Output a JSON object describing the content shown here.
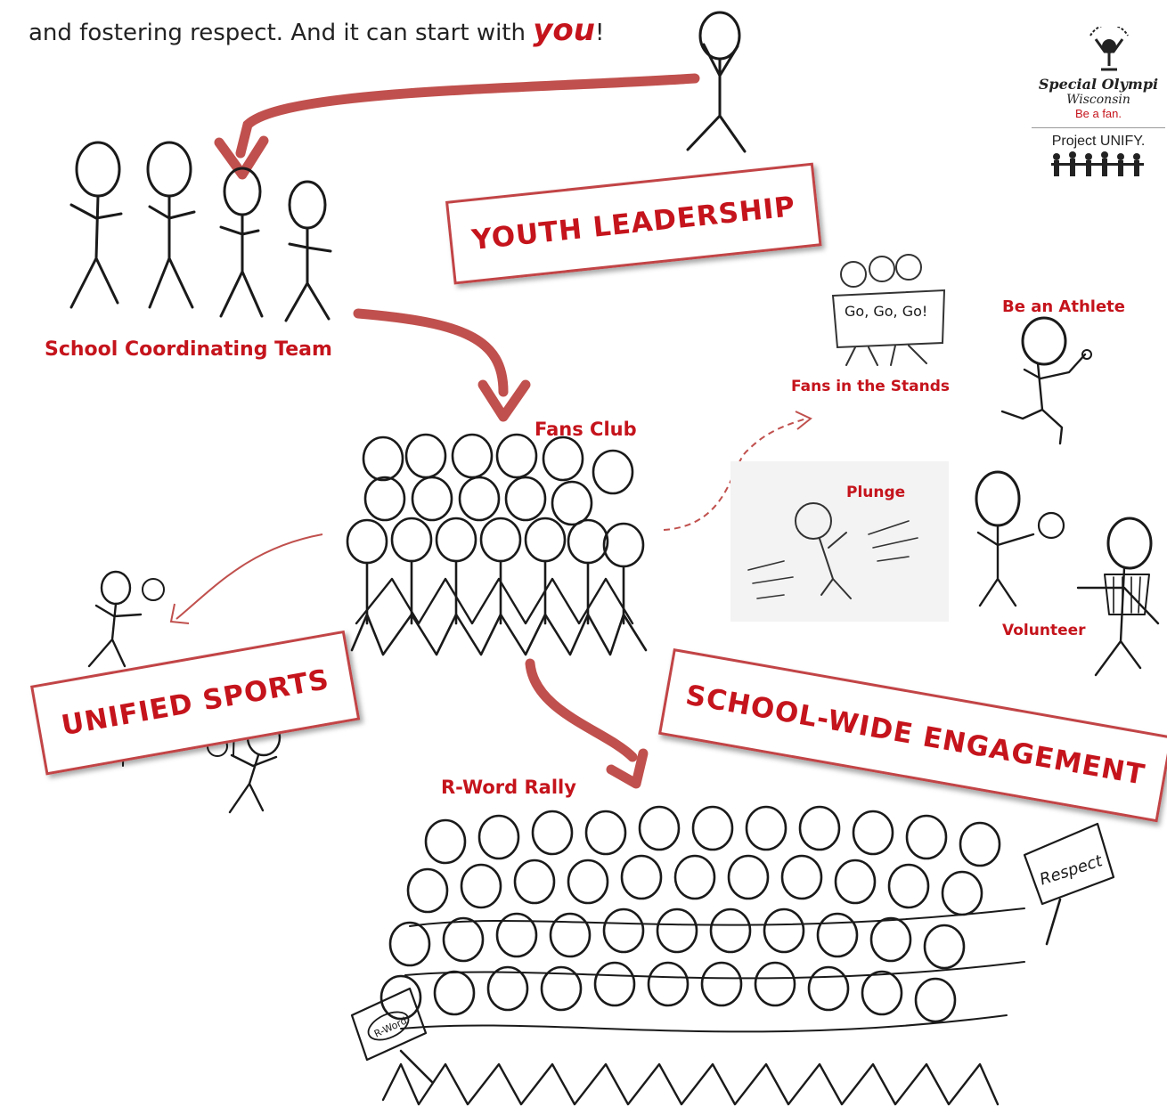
{
  "intro": {
    "text": "and fostering respect.  And it can start with ",
    "emphasis": "you",
    "end": "!"
  },
  "logo": {
    "name": "Special Olympi",
    "state": "Wisconsin",
    "tagline": "Be a fan.",
    "program": "Project UNIFY."
  },
  "labels": {
    "youth_leadership": "YOUTH LEADERSHIP",
    "school_coordinating_team": "School Coordinating Team",
    "fans_club": "Fans Club",
    "fans_in_the_stands": "Fans in the Stands",
    "be_an_athlete": "Be an Athlete",
    "plunge": "Plunge",
    "volunteer": "Volunteer",
    "school_wide_engagement": "SCHOOL-WIDE ENGAGEMENT",
    "r_word_rally": "R-Word Rally",
    "unified_sports": "UNIFIED SPORTS"
  },
  "sign_texts": {
    "fans_sign": "Go, Go, Go!",
    "respect_sign": "Respect",
    "r_word_sign": "R-Word"
  },
  "colors": {
    "accent_red": "#c5141c",
    "arrow_red": "#c0504d",
    "ink": "#1a1a1a"
  }
}
